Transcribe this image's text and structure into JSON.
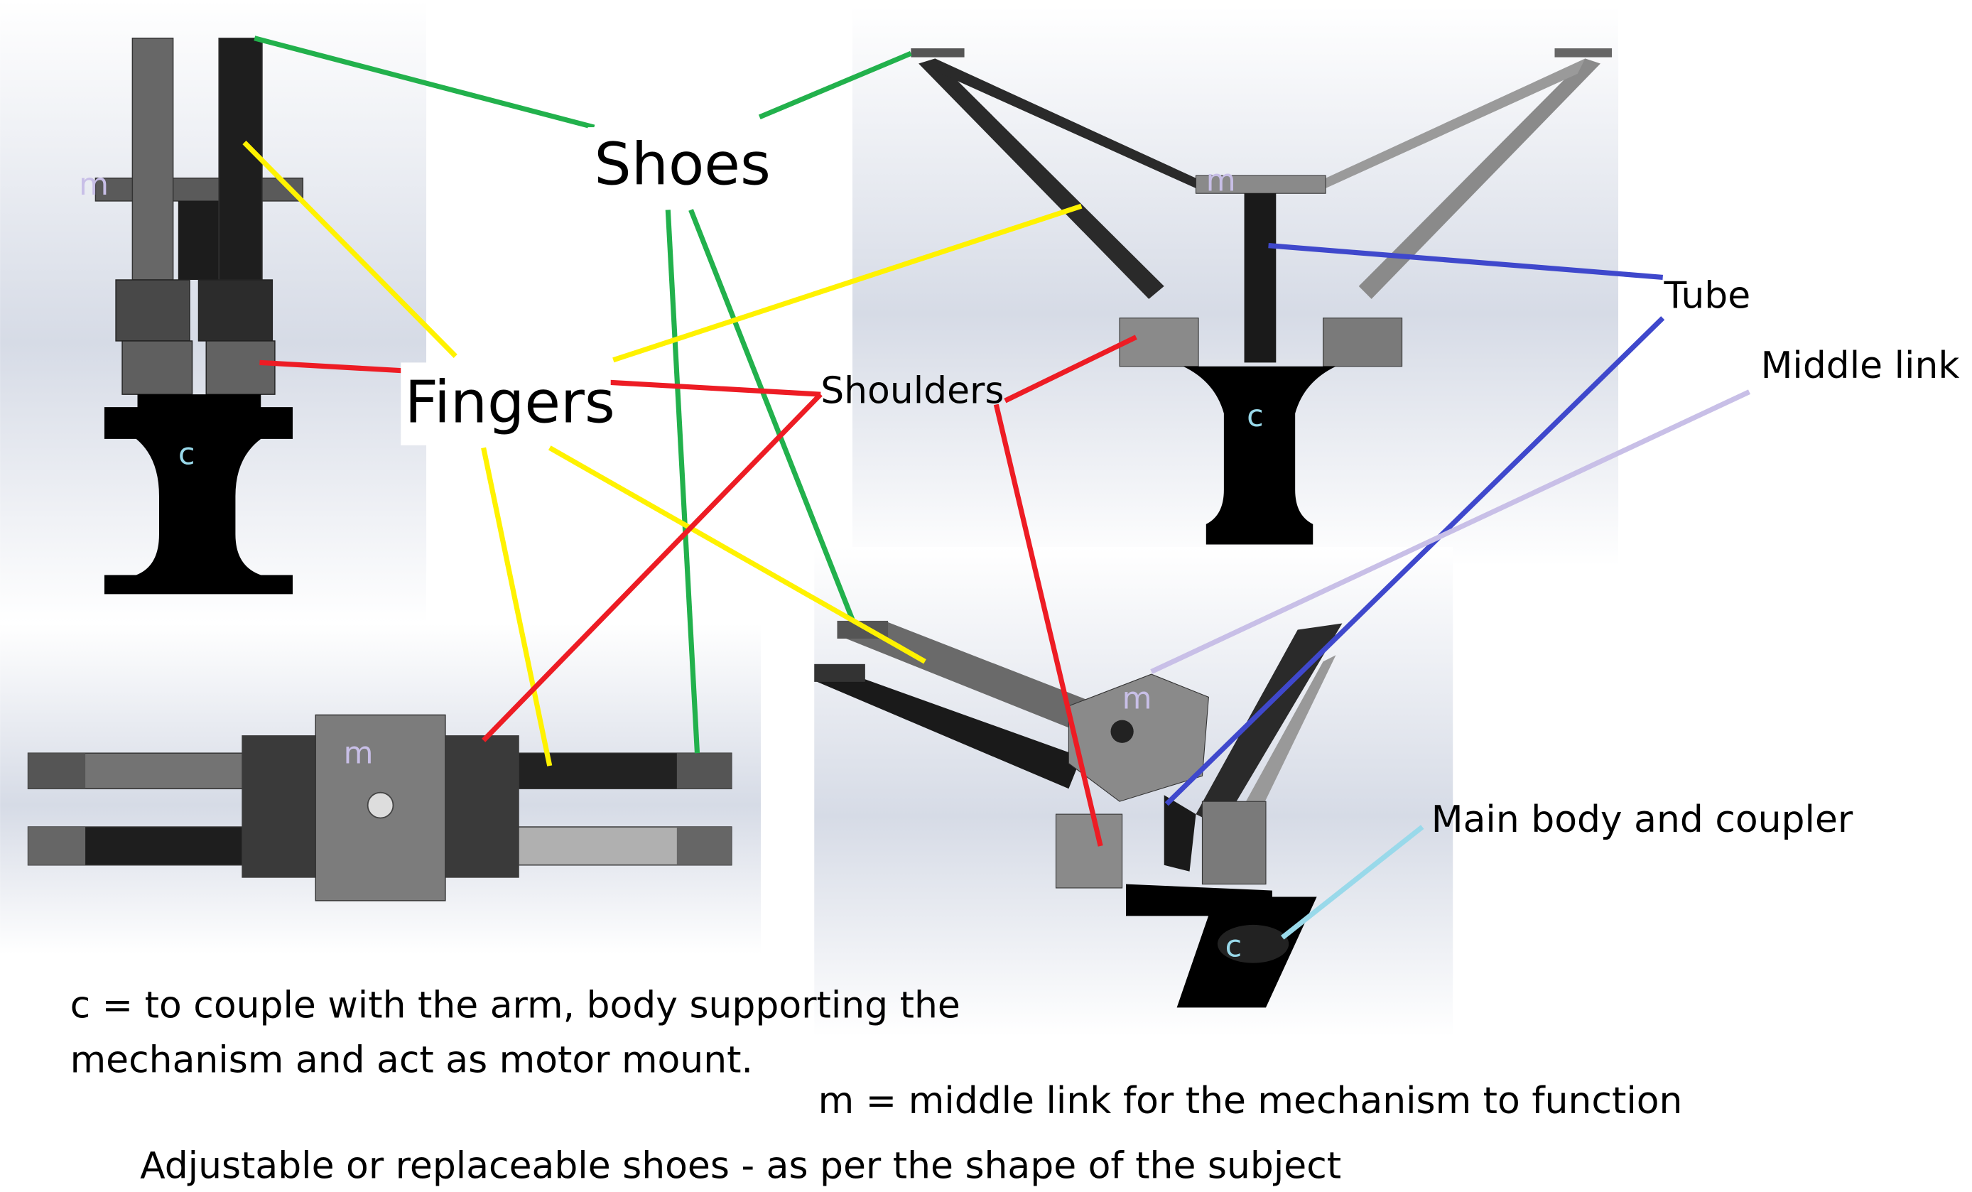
{
  "labels": {
    "shoes": "Shoes",
    "fingers": "Fingers",
    "shoulders": "Shoulders",
    "tube": "Tube",
    "middle_link": "Middle link",
    "main_body": "Main body and coupler"
  },
  "part_marks": {
    "m": "m",
    "c": "c"
  },
  "notes": {
    "c_line1": "c = to couple with the arm, body supporting the",
    "c_line2": "mechanism and act as motor mount.",
    "m_line": "m = middle link for the mechanism to function",
    "shoes_line": "Adjustable or replaceable shoes - as per the shape of the subject"
  },
  "colors": {
    "shoes_leader": "#22b14c",
    "fingers_leader": "#fff200",
    "shoulders_leader": "#ed1c24",
    "tube_leader": "#3f48cc",
    "middle_link_leader": "#c8bfe7",
    "main_body_leader": "#99d9ea",
    "m_mark": "#c8bfe7",
    "c_mark": "#99d9ea"
  }
}
